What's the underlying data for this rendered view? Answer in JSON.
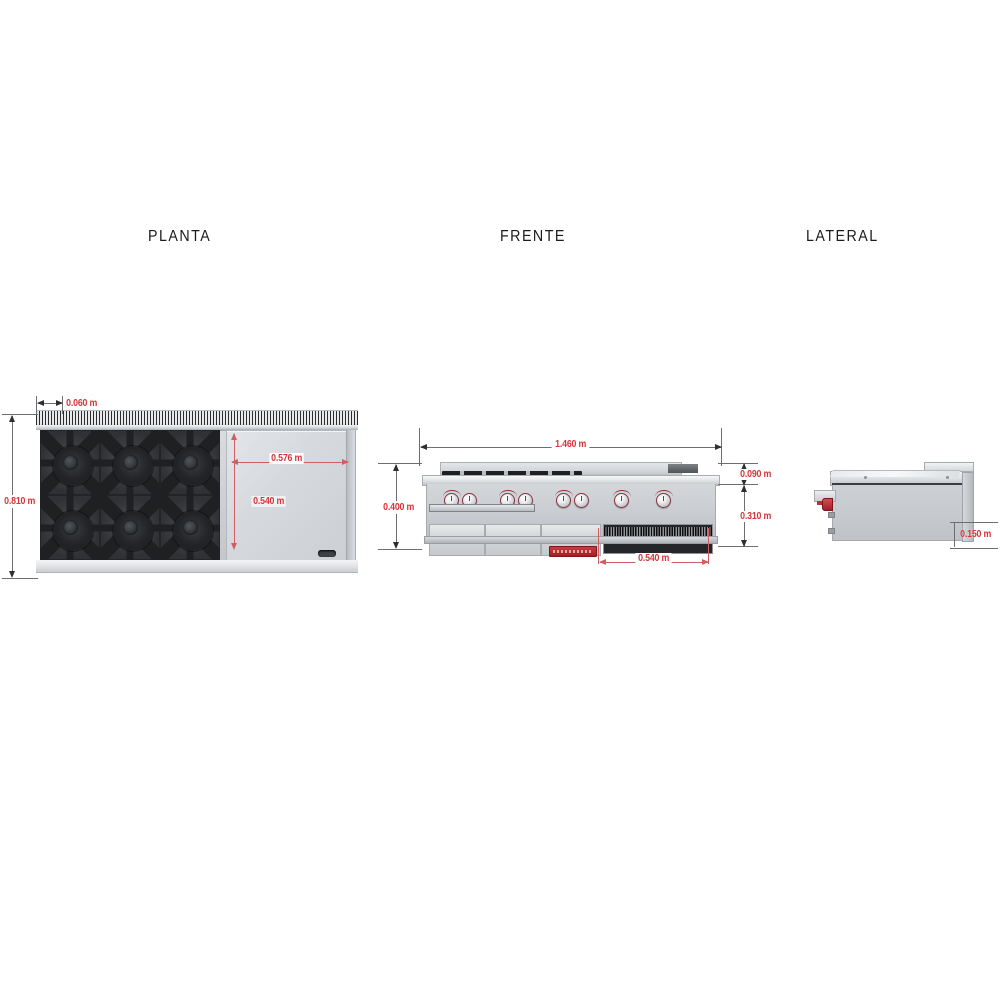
{
  "sheet": {
    "background": "#ffffff",
    "dimension_color": "#d6343a",
    "title_color": "#1b1b1b"
  },
  "views": {
    "planta": {
      "title": "PLANTA"
    },
    "frente": {
      "title": "FRENTE"
    },
    "lateral": {
      "title": "LATERAL"
    }
  },
  "dimensions": {
    "planta": {
      "back_panel_depth": "0.060 m",
      "overall_depth": "0.810 m",
      "griddle_width": "0.576 m",
      "griddle_depth": "0.540 m"
    },
    "frente": {
      "overall_width": "1.460 m",
      "overall_height": "0.400 m",
      "upper_section": "0.090 m",
      "lower_section": "0.310 m",
      "grill_width": "0.540 m"
    },
    "lateral": {
      "base_height": "0.150 m"
    }
  },
  "chart_data": {
    "type": "table",
    "title": "Technical dimension drawing - commercial gas range",
    "views": [
      "PLANTA",
      "FRENTE",
      "LATERAL"
    ],
    "measurements": [
      {
        "view": "PLANTA",
        "label": "0.060 m",
        "axis": "horizontal",
        "meaning": "back vent strip depth"
      },
      {
        "view": "PLANTA",
        "label": "0.810 m",
        "axis": "vertical",
        "meaning": "overall depth"
      },
      {
        "view": "PLANTA",
        "label": "0.576 m",
        "axis": "horizontal",
        "meaning": "griddle plate width"
      },
      {
        "view": "PLANTA",
        "label": "0.540 m",
        "axis": "vertical",
        "meaning": "griddle plate depth"
      },
      {
        "view": "FRENTE",
        "label": "1.460 m",
        "axis": "horizontal",
        "meaning": "overall width"
      },
      {
        "view": "FRENTE",
        "label": "0.400 m",
        "axis": "vertical",
        "meaning": "overall height"
      },
      {
        "view": "FRENTE",
        "label": "0.090 m",
        "axis": "vertical",
        "meaning": "top section height"
      },
      {
        "view": "FRENTE",
        "label": "0.310 m",
        "axis": "vertical",
        "meaning": "body height"
      },
      {
        "view": "FRENTE",
        "label": "0.540 m",
        "axis": "horizontal",
        "meaning": "grill compartment width"
      },
      {
        "view": "LATERAL",
        "label": "0.150 m",
        "axis": "vertical",
        "meaning": "base height"
      }
    ],
    "units": "m"
  }
}
